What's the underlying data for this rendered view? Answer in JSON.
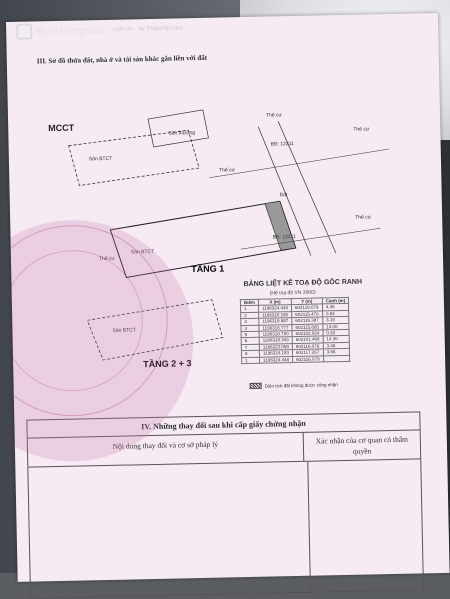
{
  "watermark": {
    "name": "Batdongsan",
    "tag": ".com.vn",
    "sub": "by PropertyGuru"
  },
  "section3_title": "III. Sơ đồ thửa đất, nhà ở và tài sản khác gắn liền với đất",
  "drawing": {
    "mcct": "MCCT",
    "floor1": "TẦNG 1",
    "floor23": "TẦNG 2 + 3",
    "labels": [
      "Sân thượng",
      "Sân BTCT",
      "Sân BTCT",
      "Sân BTCT",
      "Thế cư",
      "Thế cư",
      "Thế cư",
      "Thế cư",
      "Thế cư",
      "Đất"
    ],
    "map_labels": [
      "BĐ: 12211",
      "BĐ: 12211"
    ]
  },
  "coord_table": {
    "title": "BẢNG LIỆT KÊ TOẠ ĐỘ GÓC RANH",
    "subtitle": "(Hệ toạ độ VN 2000)",
    "headers": [
      "Điểm",
      "X (m)",
      "Y (m)",
      "Cạnh (m)"
    ],
    "rows": [
      [
        "1",
        "1196324.448",
        "602116.079",
        "4.49"
      ],
      [
        "2",
        "1196320.180",
        "602115.470",
        "0.94"
      ],
      [
        "3",
        "1196319.887",
        "602116.387",
        "3.16"
      ],
      [
        "4",
        "1196316.777",
        "602115.805",
        "14.00"
      ],
      [
        "5",
        "1196318.790",
        "602102.024",
        "0.33"
      ],
      [
        "6",
        "1196318.343",
        "602101.468",
        "14.30"
      ],
      [
        "7",
        "1196323.058",
        "602116.078",
        "3.48"
      ],
      [
        "8",
        "1196324.183",
        "602117.267",
        "3.66"
      ],
      [
        "1",
        "1196324.448",
        "602116.079",
        ""
      ]
    ]
  },
  "legend_note": "Diện tích đất không được công nhận",
  "section4": {
    "title": "IV. Những thay đổi sau khi cấp giấy chứng nhận",
    "col1": "Nội dung thay đổi và cơ sở pháp lý",
    "col2": "Xác nhận của cơ quan có thẩm quyền"
  }
}
